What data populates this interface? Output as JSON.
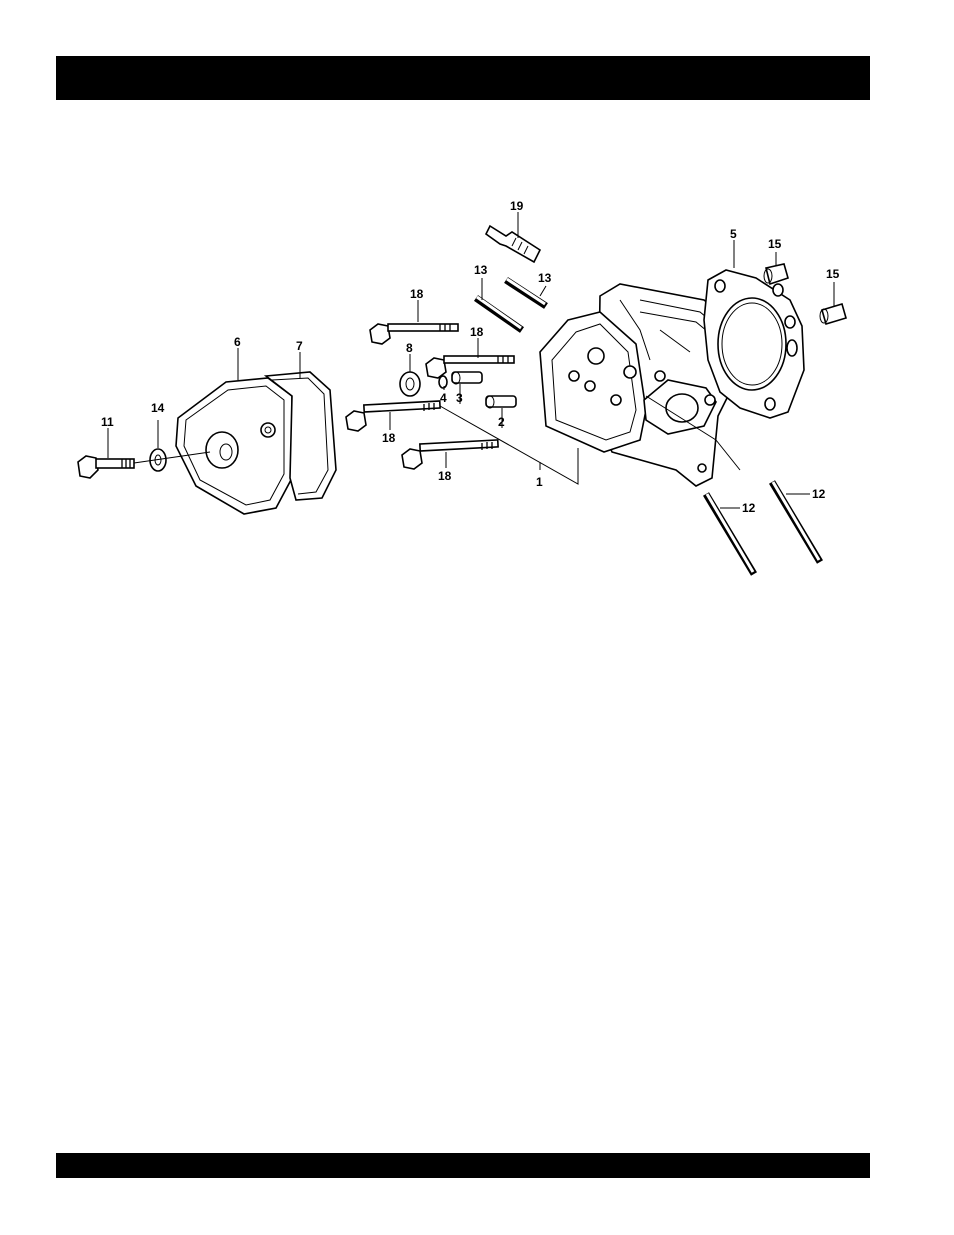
{
  "header": {
    "title": ""
  },
  "footer": {
    "text": ""
  },
  "callouts": {
    "c1": "1",
    "c2": "2",
    "c3": "3",
    "c4": "4",
    "c5": "5",
    "c6": "6",
    "c7": "7",
    "c8": "8",
    "c11": "11",
    "c12a": "12",
    "c12b": "12",
    "c13a": "13",
    "c13b": "13",
    "c14": "14",
    "c15a": "15",
    "c15b": "15",
    "c18a": "18",
    "c18b": "18",
    "c18c": "18",
    "c18d": "18",
    "c19": "19"
  }
}
